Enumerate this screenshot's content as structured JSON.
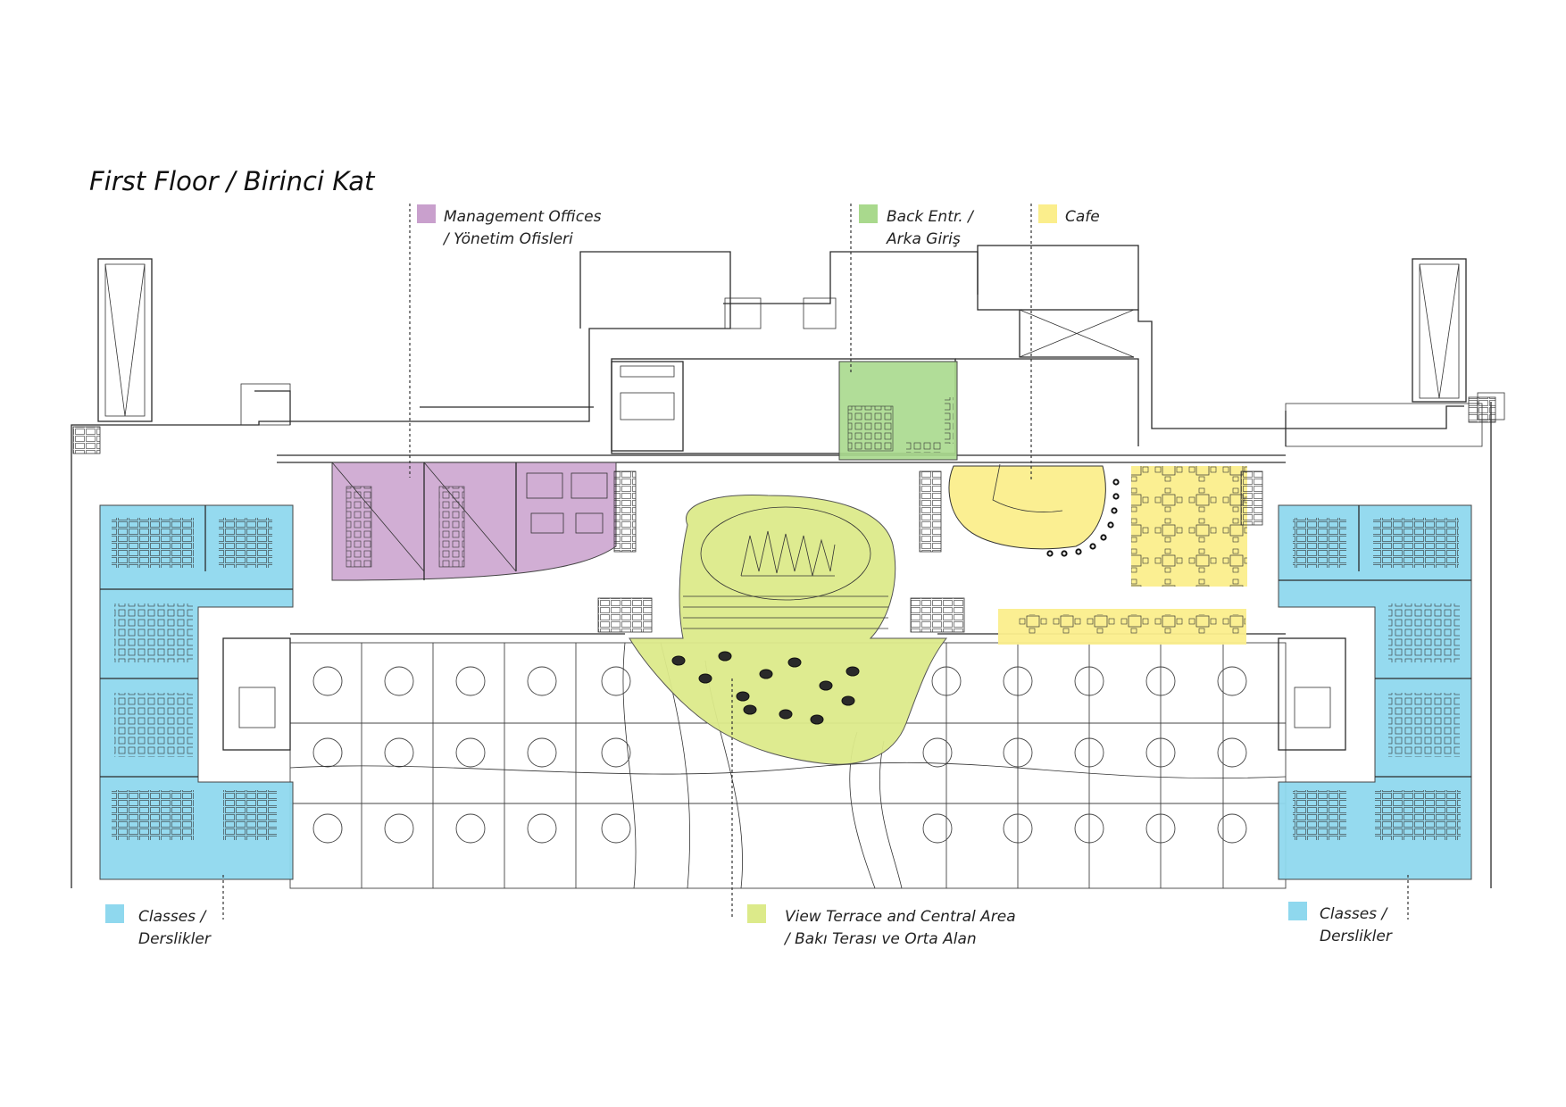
{
  "title": "First Floor / Birinci Kat",
  "colors": {
    "management": "#c9a0cd",
    "back_entrance": "#a9d98d",
    "cafe": "#fbee8c",
    "classes": "#8fd8ee",
    "terrace": "#dcea8a"
  },
  "legend": {
    "management": {
      "line1": "Management Offices",
      "line2": "/ Yönetim Ofisleri"
    },
    "back_entrance": {
      "line1": "Back Entr. /",
      "line2": "Arka Giriş"
    },
    "cafe": {
      "line1": "Cafe"
    },
    "classes_left": {
      "line1": "Classes /",
      "line2": "Derslikler"
    },
    "terrace": {
      "line1": "View Terrace and Central Area",
      "line2": "/ Bakı  Terası ve Orta Alan"
    },
    "classes_right": {
      "line1": "Classes /",
      "line2": "Derslikler"
    }
  }
}
